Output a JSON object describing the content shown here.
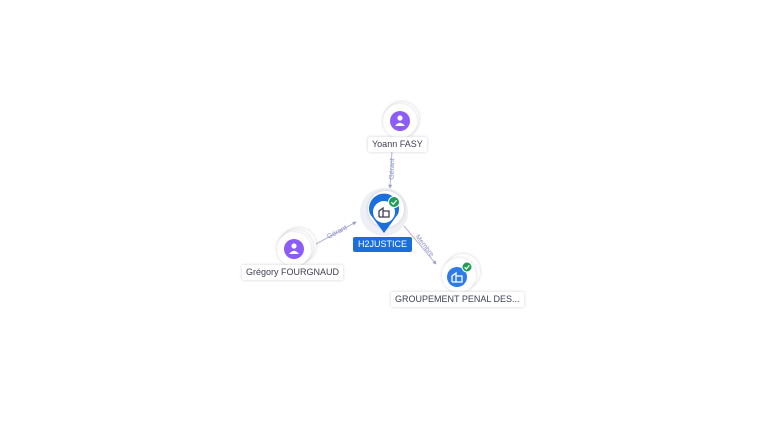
{
  "colors": {
    "accent": "#1a6fdc",
    "person": "#8b5cf6",
    "company": "#2d7be8",
    "verified": "#1f9d55",
    "edge": "#9a9ec9"
  },
  "nodes": {
    "center": {
      "label": "H2JUSTICE",
      "icon": "building-icon",
      "verified": true
    },
    "top": {
      "label": "Yoann FASY",
      "icon": "person-icon"
    },
    "left": {
      "label": "Grégory FOURGNAUD",
      "icon": "person-icon"
    },
    "right": {
      "label": "GROUPEMENT PENAL DES...",
      "icon": "building-icon",
      "verified": true
    }
  },
  "edges": {
    "top": {
      "label": "Gérant"
    },
    "left": {
      "label": "Gérant"
    },
    "right": {
      "label": "Membre"
    }
  }
}
